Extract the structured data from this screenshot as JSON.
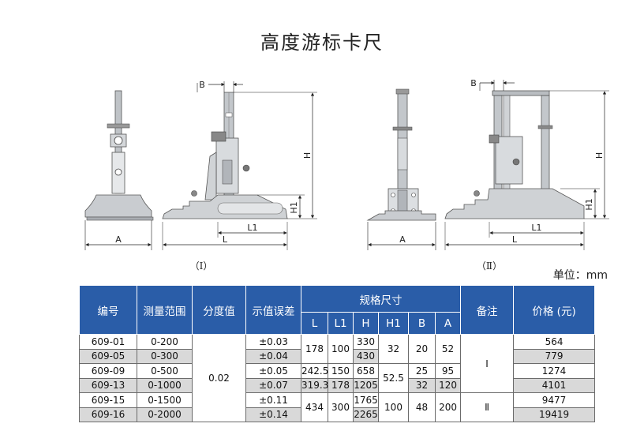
{
  "title": "高度游标卡尺",
  "figures": {
    "fig1_label": "（Ⅰ）",
    "fig2_label": "（Ⅱ）",
    "dims": {
      "A": "A",
      "B": "B",
      "H": "H",
      "H1": "H1",
      "L": "L",
      "L1": "L1"
    }
  },
  "unit": "单位：mm",
  "table": {
    "headers": {
      "code": "编号",
      "range": "测量范围",
      "resolution": "分度值",
      "error": "示值误差",
      "spec_group": "规格尺寸",
      "note": "备注",
      "price": "价格 (元)"
    },
    "spec_cols": [
      "L",
      "L1",
      "H",
      "H1",
      "B",
      "A"
    ],
    "rows": [
      {
        "code": "609-01",
        "range": "0-200",
        "error": "±0.03",
        "H": "330",
        "price": "564"
      },
      {
        "code": "609-05",
        "range": "0-300",
        "error": "±0.04",
        "H": "430",
        "price": "779"
      },
      {
        "code": "609-09",
        "range": "0-500",
        "error": "±0.05",
        "H": "658",
        "price": "1274"
      },
      {
        "code": "609-13",
        "range": "0-1000",
        "error": "±0.07",
        "H": "1205",
        "price": "4101"
      },
      {
        "code": "609-15",
        "range": "0-1500",
        "error": "±0.11",
        "H": "1765",
        "price": "9477"
      },
      {
        "code": "609-16",
        "range": "0-2000",
        "error": "±0.14",
        "H": "2265",
        "price": "19419"
      }
    ],
    "merged": {
      "resolution": "0.02",
      "L_a": "178",
      "L_b": "242.5",
      "L_c": "319.3",
      "L_d": "434",
      "L1_a": "100",
      "L1_b": "150",
      "L1_c": "178",
      "L1_d": "300",
      "H1_a": "32",
      "H1_b": "52.5",
      "H1_c": "100",
      "B_a": "20",
      "B_b": "25",
      "B_c": "32",
      "B_d": "48",
      "A_a": "52",
      "A_b": "95",
      "A_c": "120",
      "A_d": "200",
      "note_a": "Ⅰ",
      "note_b": "Ⅱ"
    }
  }
}
